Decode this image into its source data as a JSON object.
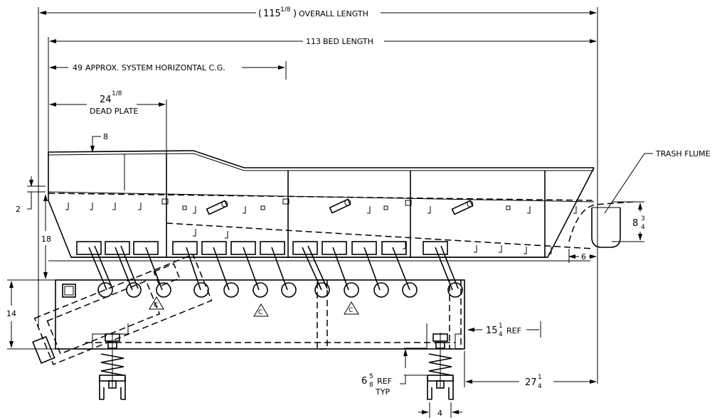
{
  "labels": {
    "overall_length": {
      "value_text": "115",
      "fraction": "1/8",
      "caption": "OVERALL LENGTH"
    },
    "bed_length": {
      "value": "113",
      "caption": "BED LENGTH"
    },
    "cg": {
      "value": "49",
      "caption": "APPROX. SYSTEM HORIZONTAL C.G."
    },
    "dead_plate": {
      "value": "24",
      "fraction": "1/8",
      "caption": "DEAD PLATE"
    },
    "dim_8": "8",
    "dim_2": "2",
    "dim_18": "18",
    "dim_14": "14",
    "trash_flume": "TRASH FLUME",
    "dim_8_3_4": {
      "whole": "8",
      "num": "3",
      "den": "4"
    },
    "dim_6": "6",
    "dim_15_1_4": {
      "whole": "15",
      "num": "1",
      "den": "4",
      "suffix": "REF"
    },
    "dim_6_5_8": {
      "whole": "6",
      "num": "5",
      "den": "8",
      "suffix": "REF",
      "sub": "TYP"
    },
    "dim_27_1_4": {
      "whole": "27",
      "num": "1",
      "den": "4"
    },
    "dim_4": "4",
    "datum_marks": [
      "C",
      "C",
      "C"
    ]
  }
}
